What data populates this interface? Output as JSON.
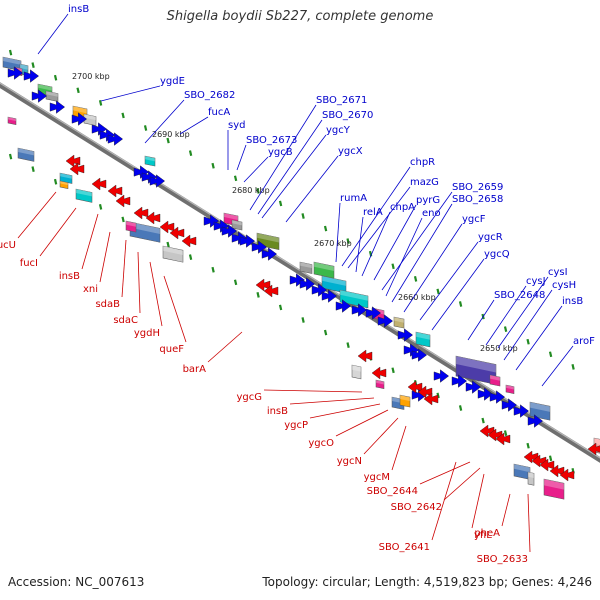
{
  "title": "Shigella boydii Sb227, complete genome",
  "footer": {
    "accession": "Accession: NC_007613",
    "summary": "Topology: circular; Length: 4,519,823 bp; Genes: 4,246"
  },
  "colors": {
    "forward_label": "#0000cc",
    "reverse_label": "#cc0000",
    "forward_arrow": "#0000ee",
    "reverse_arrow": "#ee0000",
    "backbone": "#777777",
    "tick": "#228b22",
    "kbp_label": "#222222"
  },
  "kbp_ticks": [
    "2700 kbp",
    "2690 kbp",
    "2680 kbp",
    "2670 kbp",
    "2660 kbp",
    "2650 kbp"
  ],
  "forward_genes": [
    "insB",
    "ygdE",
    "SBO_2682",
    "fucA",
    "syd",
    "SBO_2673",
    "ygcB",
    "SBO_2671",
    "SBO_2670",
    "ygcY",
    "ygcX",
    "chpR",
    "rumA",
    "mazG",
    "relA",
    "chpA",
    "pyrG",
    "SBO_2659",
    "eno",
    "SBO_2658",
    "ygcF",
    "ygcR",
    "ygcQ",
    "cysJ",
    "cysI",
    "SBO_2648",
    "cysH",
    "insB",
    "aroF"
  ],
  "reverse_genes": [
    "fucU",
    "fucI",
    "insB",
    "xni",
    "sdaB",
    "sdaC",
    "ygdH",
    "queF",
    "barA",
    "ygcG",
    "insB",
    "ygcP",
    "ygcO",
    "ygcN",
    "ygcM",
    "SBO_2644",
    "SBO_2642",
    "yfiL",
    "SBO_2641",
    "pheA",
    "SBO_2633"
  ]
}
